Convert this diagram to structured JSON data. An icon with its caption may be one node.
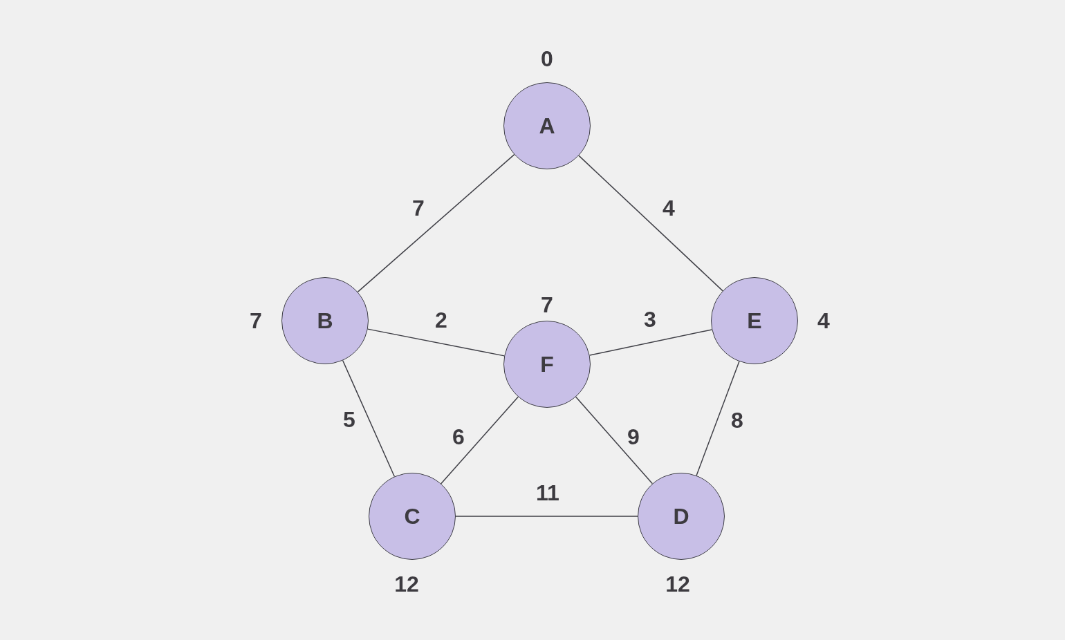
{
  "diagram": {
    "nodes": [
      {
        "text": [
          "A"
        ],
        "beside": [
          "0"
        ]
      },
      {
        "text": [
          "B"
        ],
        "beside": [
          "7"
        ]
      },
      {
        "text": [
          "C"
        ],
        "beside": [
          "12"
        ]
      },
      {
        "text": [
          "D"
        ],
        "beside": [
          "12"
        ]
      },
      {
        "text": [
          "E"
        ],
        "beside": [
          "4"
        ]
      },
      {
        "text": [
          "F"
        ],
        "beside": [
          "7"
        ]
      }
    ],
    "edges": [
      {
        "from": 0,
        "to": 1,
        "arrow": "none",
        "label": "7"
      },
      {
        "from": 0,
        "to": 4,
        "arrow": "none",
        "label": "4"
      },
      {
        "from": 1,
        "to": 5,
        "arrow": "none",
        "label": "2"
      },
      {
        "from": 5,
        "to": 4,
        "arrow": "none",
        "label": "3"
      },
      {
        "from": 1,
        "to": 2,
        "arrow": "none",
        "label": "5"
      },
      {
        "from": 5,
        "to": 2,
        "arrow": "none",
        "label": "6"
      },
      {
        "from": 5,
        "to": 3,
        "arrow": "none",
        "label": "9"
      },
      {
        "from": 4,
        "to": 3,
        "arrow": "none",
        "label": "8"
      },
      {
        "from": 2,
        "to": 3,
        "arrow": "none",
        "label": "11"
      }
    ]
  }
}
